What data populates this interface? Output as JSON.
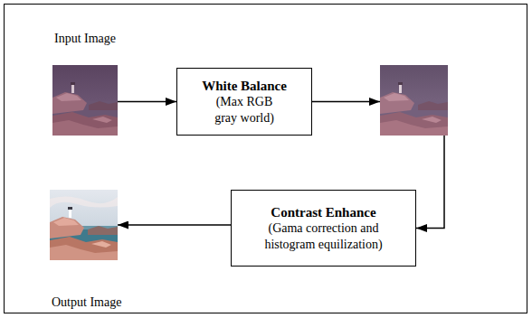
{
  "diagram": {
    "nodes": [
      {
        "text": [
          "Input Image"
        ]
      },
      {
        "text": [
          "White Balance",
          "(Max RGB gray world)"
        ]
      },
      {
        "text": []
      },
      {
        "text": [
          "Output Image"
        ]
      },
      {
        "text": [
          "Contrast Enhance",
          "(Gama correction and histogram equilization)"
        ]
      }
    ],
    "edges": [
      {
        "from": 0,
        "to": 1,
        "arrow": "to"
      },
      {
        "from": 1,
        "to": 2,
        "arrow": "to"
      },
      {
        "from": 2,
        "to": 4,
        "arrow": "to"
      },
      {
        "from": 4,
        "to": 3,
        "arrow": "to"
      }
    ]
  }
}
